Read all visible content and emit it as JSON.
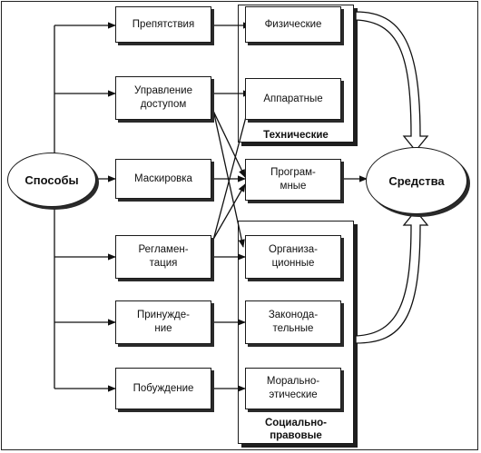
{
  "methods_label": "Способы",
  "means_label": "Средства",
  "methods": [
    "Препятствия",
    "Управление\nдоступом",
    "Маскировка",
    "Регламен-\nтация",
    "Принужде-\nние",
    "Побуждение"
  ],
  "means": [
    "Физические",
    "Аппаратные",
    "Програм-\nмные",
    "Организа-\nционные",
    "Законода-\nтельные",
    "Морально-\nэтические"
  ],
  "groups": {
    "technical": "Технические",
    "social_legal": "Социально-\nправовые"
  }
}
